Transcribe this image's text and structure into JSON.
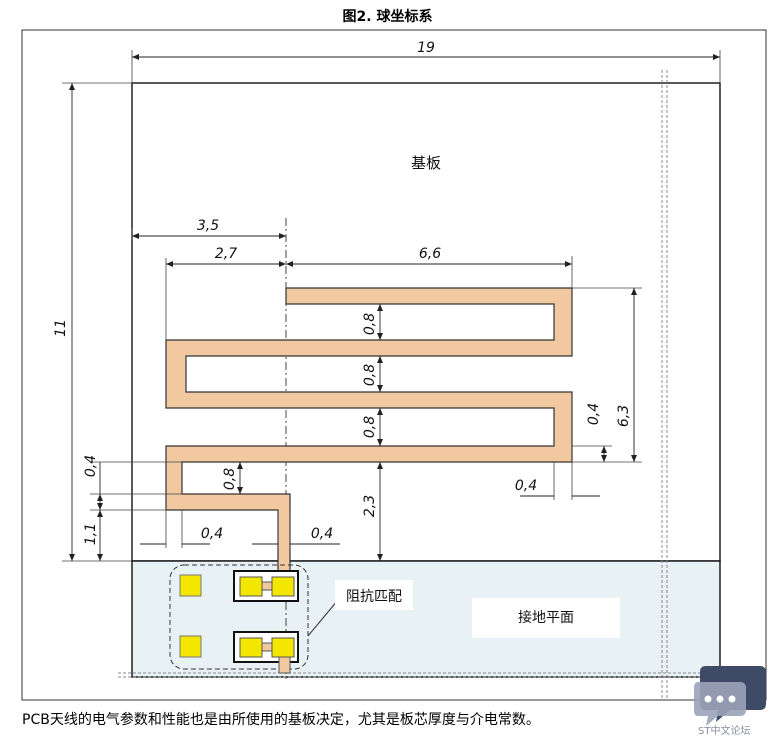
{
  "figure": {
    "title": "图2. 球坐标系",
    "caption": "PCB天线的电气参数和性能也是由所使用的基板决定，尤其是板芯厚度与介电常数。",
    "labels": {
      "substrate": "基板",
      "ground_plane": "接地平面",
      "impedance_matching": "阻抗匹配"
    },
    "dimensions": {
      "board_width": "19",
      "board_height": "11",
      "feed_offset": "3,5",
      "left_offset": "2,7",
      "meander_width": "6,6",
      "meander_height": "6,3",
      "gap_1": "0,8",
      "gap_2": "0,8",
      "gap_3": "0,8",
      "gap_4": "0,8",
      "trace_width_right": "0,4",
      "trace_width_bottom": "0,4",
      "trace_width_left": "0,4",
      "stub_height": "1,1",
      "stub_width_left": "0,4",
      "stub_width_right": "0,4",
      "feed_height": "2,3"
    },
    "colors": {
      "trace": "#f2c8a0",
      "trace_outline": "#333333",
      "ground": "#e8f1f4",
      "pad": "#f3e600"
    }
  },
  "watermark": {
    "text": "ST中文论坛"
  }
}
